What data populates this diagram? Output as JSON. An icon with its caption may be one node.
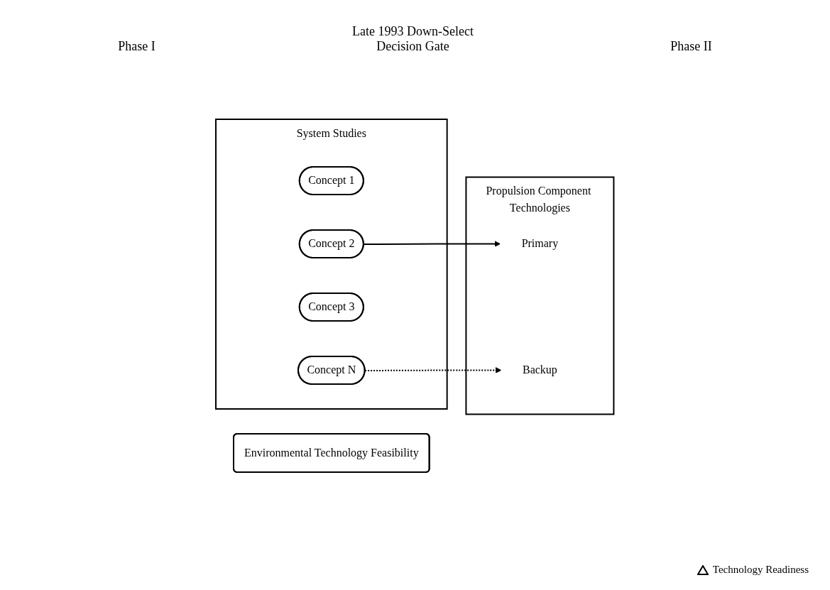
{
  "diagram": {
    "nodes": [
      {
        "text": [
          "Environmental Technology Feasibility"
        ]
      },
      {
        "text": [
          "System Studies"
        ]
      },
      {
        "text": [
          "Concept 1"
        ],
        "in": 1
      },
      {
        "text": [
          "Concept 2"
        ],
        "in": 1
      },
      {
        "text": [
          "Concept 3"
        ],
        "in": 1
      },
      {
        "text": [
          "Concept N"
        ],
        "in": 1
      },
      {
        "text": [
          "Propulsion Component Technologies"
        ]
      },
      {
        "text": [
          "Primary"
        ],
        "in": 6
      },
      {
        "text": [
          "Backup"
        ],
        "in": 6
      }
    ],
    "edges": [
      {
        "from": 3,
        "to": 7,
        "arrow": "to"
      },
      {
        "from": 5,
        "to": 8,
        "arrow": "to",
        "style": "dashed"
      }
    ],
    "labels": [
      "Late 1993 Down-Select Decision Gate",
      "Phase I",
      "Phase II"
    ],
    "legend": [
      {
        "text": "Technology Readiness"
      }
    ]
  }
}
